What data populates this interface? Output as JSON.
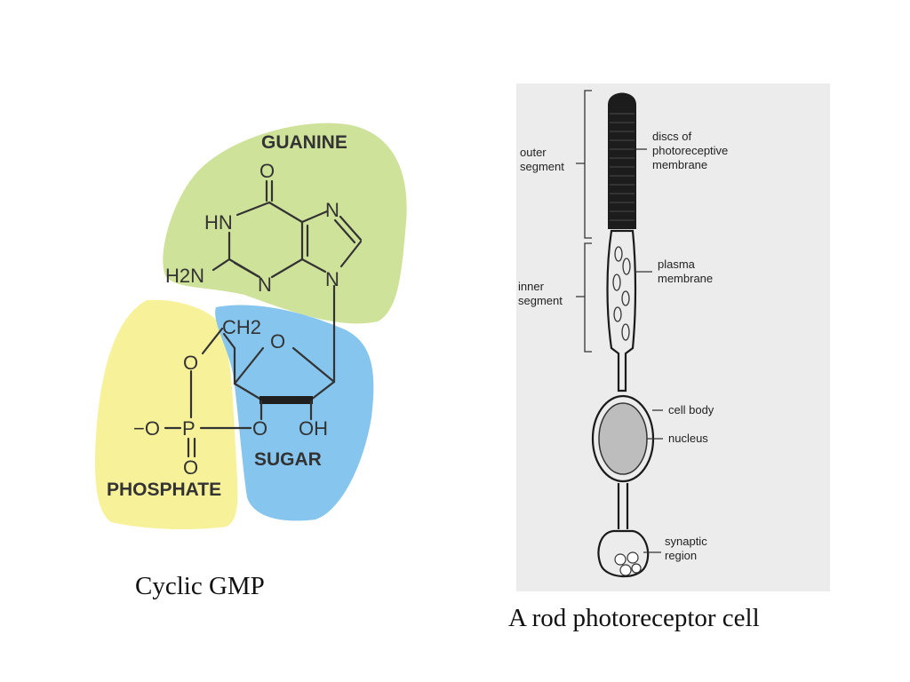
{
  "cgmp": {
    "regions": {
      "guanine": "GUANINE",
      "sugar": "SUGAR",
      "phosphate": "PHOSPHATE"
    },
    "atoms": {
      "carbonyl_o": "O",
      "hn": "HN",
      "n7": "N",
      "n3": "N",
      "n9": "N",
      "h2n": "H2N",
      "ch2": "CH2",
      "ring_o": "O",
      "ester_o": "O",
      "p": "P",
      "phosphoryl_o": "O",
      "neg_o": "−O",
      "o3": "O",
      "oh": "OH"
    },
    "colors": {
      "guanine": "#cfe29a",
      "sugar": "#86c5ee",
      "phosphate": "#f7f29a"
    },
    "caption": "Cyclic GMP"
  },
  "rod": {
    "labels": {
      "outer_segment": [
        "outer",
        "segment"
      ],
      "inner_segment": [
        "inner",
        "segment"
      ],
      "discs": [
        "discs of",
        "photoreceptive",
        "membrane"
      ],
      "plasma": [
        "plasma",
        "membrane"
      ],
      "cell_body": "cell body",
      "nucleus": "nucleus",
      "synaptic": [
        "synaptic",
        "region"
      ]
    },
    "panel_color": "#ececec",
    "caption": "A rod photoreceptor cell"
  }
}
